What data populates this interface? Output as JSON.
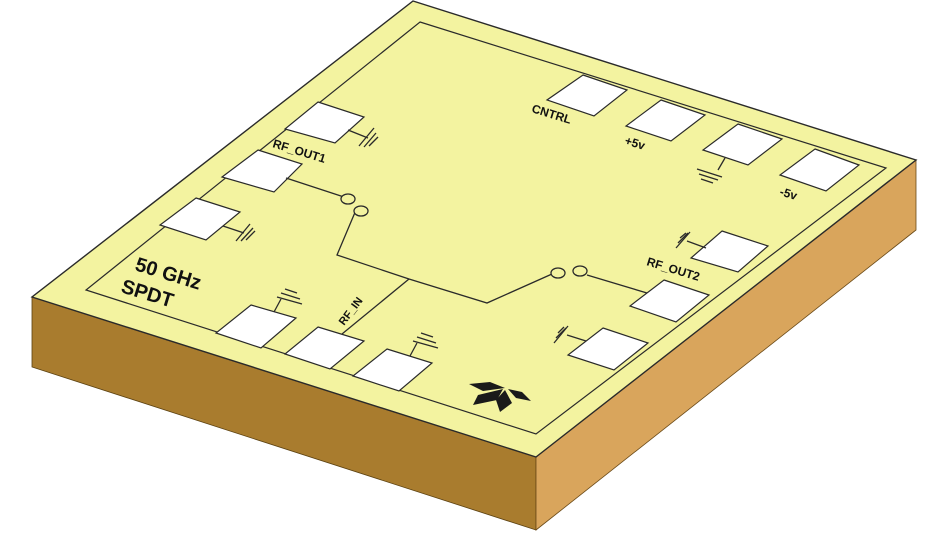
{
  "diagram": {
    "title_line1": "50 GHz",
    "title_line2": "SPDT",
    "description": "Isometric view of a 50 GHz SPDT switch chip package with bond pads",
    "colors": {
      "top_face": "#f3f3a0",
      "left_side": "#a97c2e",
      "right_side": "#d9a55c",
      "pad_fill": "#ffffff",
      "outline": "#2a2a2a",
      "logo": "#1a1a1a"
    },
    "pin_labels": {
      "rf_out1": "RF_OUT1",
      "rf_out2": "RF_OUT2",
      "rf_in": "RF_IN",
      "cntrl": "CNTRL",
      "plus5v": "+5v",
      "minus5v": "-5v"
    },
    "pads": [
      {
        "id": "pad-left-1",
        "label": "",
        "ground": true
      },
      {
        "id": "pad-rf-out1",
        "label": "RF_OUT1",
        "ground": false
      },
      {
        "id": "pad-left-3",
        "label": "",
        "ground": true
      },
      {
        "id": "pad-cntrl",
        "label": "CNTRL",
        "ground": false
      },
      {
        "id": "pad-plus5v",
        "label": "+5v",
        "ground": false
      },
      {
        "id": "pad-gnd-top",
        "label": "",
        "ground": true
      },
      {
        "id": "pad-minus5v",
        "label": "-5v",
        "ground": false
      },
      {
        "id": "pad-right-1",
        "label": "",
        "ground": true
      },
      {
        "id": "pad-rf-out2",
        "label": "RF_OUT2",
        "ground": false
      },
      {
        "id": "pad-right-3",
        "label": "",
        "ground": true
      },
      {
        "id": "pad-bottom-1",
        "label": "",
        "ground": true
      },
      {
        "id": "pad-rf-in",
        "label": "RF_IN",
        "ground": false
      },
      {
        "id": "pad-bottom-3",
        "label": "",
        "ground": true
      }
    ],
    "logo": "teledyne-logo-icon"
  }
}
